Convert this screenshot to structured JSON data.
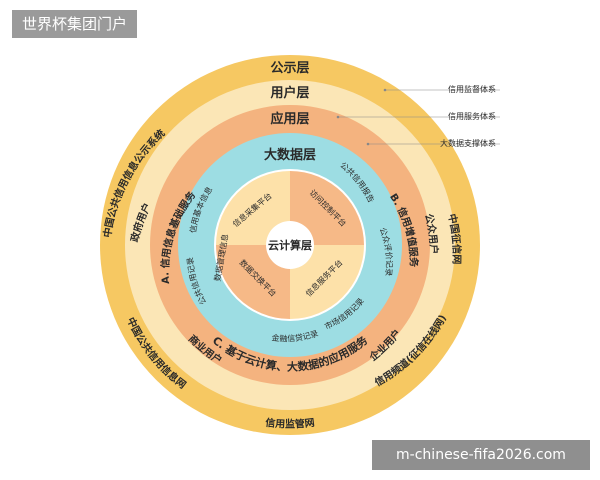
{
  "banner": {
    "title": "世界杯集团门户"
  },
  "footer": {
    "url": "m-chinese-fifa2026.com"
  },
  "rings": {
    "public_layer": "公示层",
    "user_layer": "用户层",
    "app_layer": "应用层",
    "bigdata_layer": "大数据层",
    "core": "云计算层"
  },
  "outer_labels": {
    "top_left": "中国公共信用信息公示系统",
    "right": "中国征信网",
    "bottom_right": "信用频道(征信在线网)",
    "bottom": "信用监管网",
    "bottom_left": "中国公共信用信息网"
  },
  "user_labels": {
    "left": "政府用户",
    "right": "公众用户",
    "bottom_left": "商业用户",
    "bottom_right": "企业用户"
  },
  "app_labels": {
    "left": "A. 信用信息基础服务",
    "right": "B. 信用增值服务",
    "bottom": "C. 基于云计算、大数据的应用服务"
  },
  "bigdata_labels": {
    "l1": "信用基本信息",
    "l2": "公共信用记录",
    "r1": "公共信用报告",
    "r2": "公众评价记录",
    "b1": "金融信贷记录",
    "b2": "市场信用记录"
  },
  "core_labels": {
    "q_tl": "信息采集平台",
    "q_tr": "访问控制平台",
    "q_bl": "数据交换平台",
    "q_br": "信息服务平台",
    "q_l": "数据管理信息"
  },
  "legend": {
    "item1": "信用监督体系",
    "item2": "信用服务体系",
    "item3": "大数据支撑体系"
  },
  "colors": {
    "outer": "#f6c862",
    "user": "#fbe6b6",
    "app": "#f4b37f",
    "bigdata": "#9ddde3",
    "core_a": "#fde1a9",
    "core_b": "#f6b987"
  }
}
